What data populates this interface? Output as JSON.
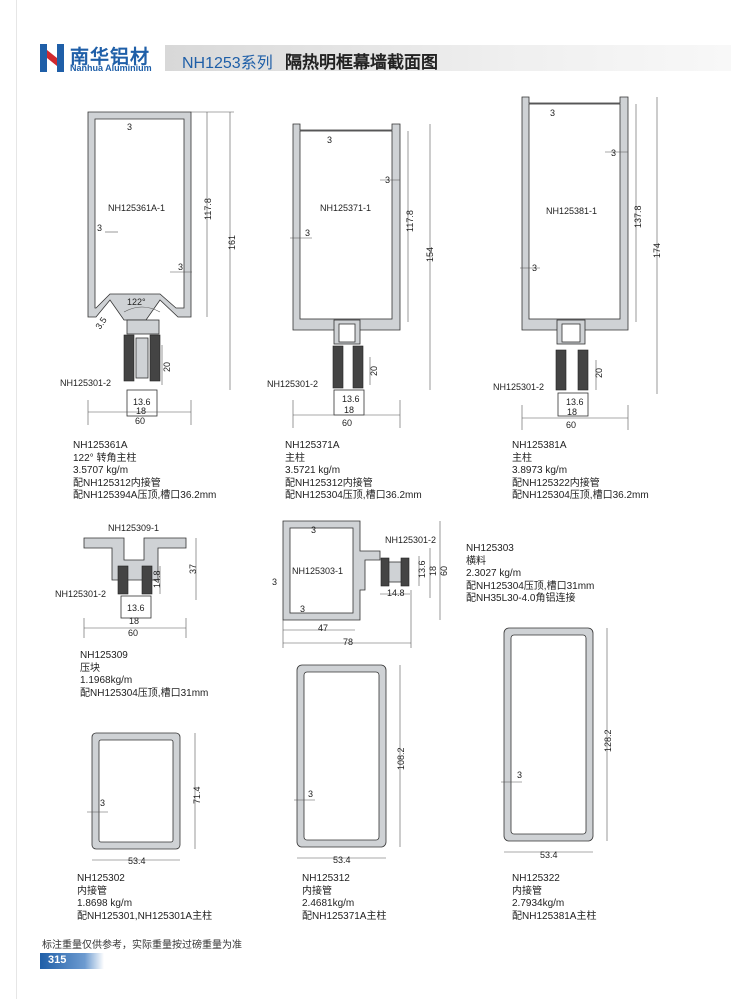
{
  "brand": {
    "name_cn": "南华铝材",
    "name_en": "Nanhua Aluminium"
  },
  "header": {
    "series_code": "NH1253系列",
    "title": "隔热明框幕墙截面图"
  },
  "profiles": [
    {
      "code": "NH125361A",
      "name": "122° 转角主柱",
      "weight": "3.5707 kg/m",
      "notes": [
        "配NH125312内接管",
        "配NH125394A压顶,槽口36.2mm"
      ]
    },
    {
      "code": "NH125371A",
      "name": "主柱",
      "weight": "3.5721 kg/m",
      "notes": [
        "配NH125312内接管",
        "配NH125304压顶,槽口36.2mm"
      ]
    },
    {
      "code": "NH125381A",
      "name": "主柱",
      "weight": "3.8973 kg/m",
      "notes": [
        "配NH125322内接管",
        "配NH125304压顶,槽口36.2mm"
      ]
    },
    {
      "code": "NH125309",
      "name": "压块",
      "weight": "1.1968kg/m",
      "notes": [
        "配NH125304压顶,槽口31mm"
      ]
    },
    {
      "code": "NH125303",
      "name": "横料",
      "weight": "2.3027 kg/m",
      "notes": [
        "配NH125304压顶,槽口31mm",
        "配NH35L30-4.0角铝连接"
      ]
    },
    {
      "code": "NH125302",
      "name": "内接管",
      "weight": "1.8698 kg/m",
      "notes": [
        "配NH125301,NH125301A主柱"
      ]
    },
    {
      "code": "NH125312",
      "name": "内接管",
      "weight": "2.4681kg/m",
      "notes": [
        "配NH125371A主柱"
      ]
    },
    {
      "code": "NH125322",
      "name": "内接管",
      "weight": "2.7934kg/m",
      "notes": [
        "配NH125381A主柱"
      ]
    }
  ],
  "drawing_labels": {
    "p1": {
      "part": "NH125361A-1",
      "strip": "NH125301-2",
      "h1": "117.8",
      "h2": "161",
      "angle": "122°",
      "t": "3",
      "t2": "3",
      "t3": "3",
      "a35": "3.5",
      "w20": "20",
      "w136": "13.6",
      "w18": "18",
      "w60": "60"
    },
    "p2": {
      "part": "NH125371-1",
      "strip": "NH125301-2",
      "h1": "117.8",
      "h2": "154",
      "t": "3",
      "t2": "3",
      "t3": "3",
      "w20": "20",
      "w136": "13.6",
      "w18": "18",
      "w60": "60"
    },
    "p3": {
      "part": "NH125381-1",
      "strip": "NH125301-2",
      "h1": "137.8",
      "h2": "174",
      "t": "3",
      "t2": "3",
      "t3": "3",
      "w20": "20",
      "w136": "13.6",
      "w18": "18",
      "w60": "60"
    },
    "p4": {
      "part": "NH125309-1",
      "strip": "NH125301-2",
      "h148": "14.8",
      "h37": "37",
      "w136": "13.6",
      "w18": "18",
      "w60": "60"
    },
    "p5": {
      "part": "NH125303-1",
      "strip": "NH125301-2",
      "t": "3",
      "t2": "3",
      "t3": "3",
      "h136": "13.6",
      "h18": "18",
      "h60": "60",
      "w148": "14.8",
      "w47": "47",
      "w78": "78"
    },
    "p6": {
      "t": "3",
      "h": "71.4",
      "w": "53.4"
    },
    "p7": {
      "t": "3",
      "h": "108.2",
      "w": "53.4"
    },
    "p8": {
      "t": "3",
      "h": "128.2",
      "w": "53.4"
    }
  },
  "footer": {
    "note": "标注重量仅供参考，实际重量按过磅重量为准",
    "page": "315"
  },
  "colors": {
    "brand_blue": "#1f5fa8",
    "profile_fill": "#cfd2d5"
  }
}
